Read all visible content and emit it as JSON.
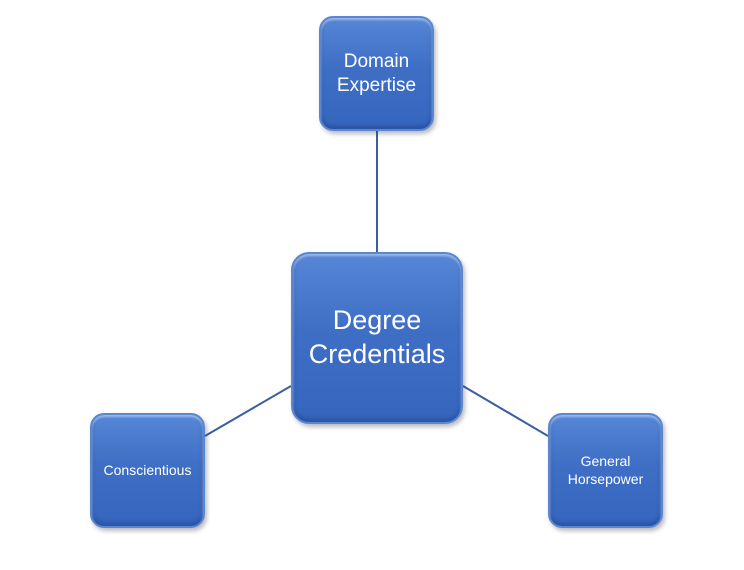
{
  "diagram": {
    "center": {
      "label": "Degree\nCredentials"
    },
    "top": {
      "label": "Domain\nExpertise"
    },
    "left": {
      "label": "Conscientious"
    },
    "right": {
      "label": "General\nHorsepower"
    }
  },
  "colors": {
    "node_fill": "#3f6fc5",
    "node_border": "#5b87d0",
    "connector": "#3b5ea0",
    "text": "#ffffff"
  }
}
